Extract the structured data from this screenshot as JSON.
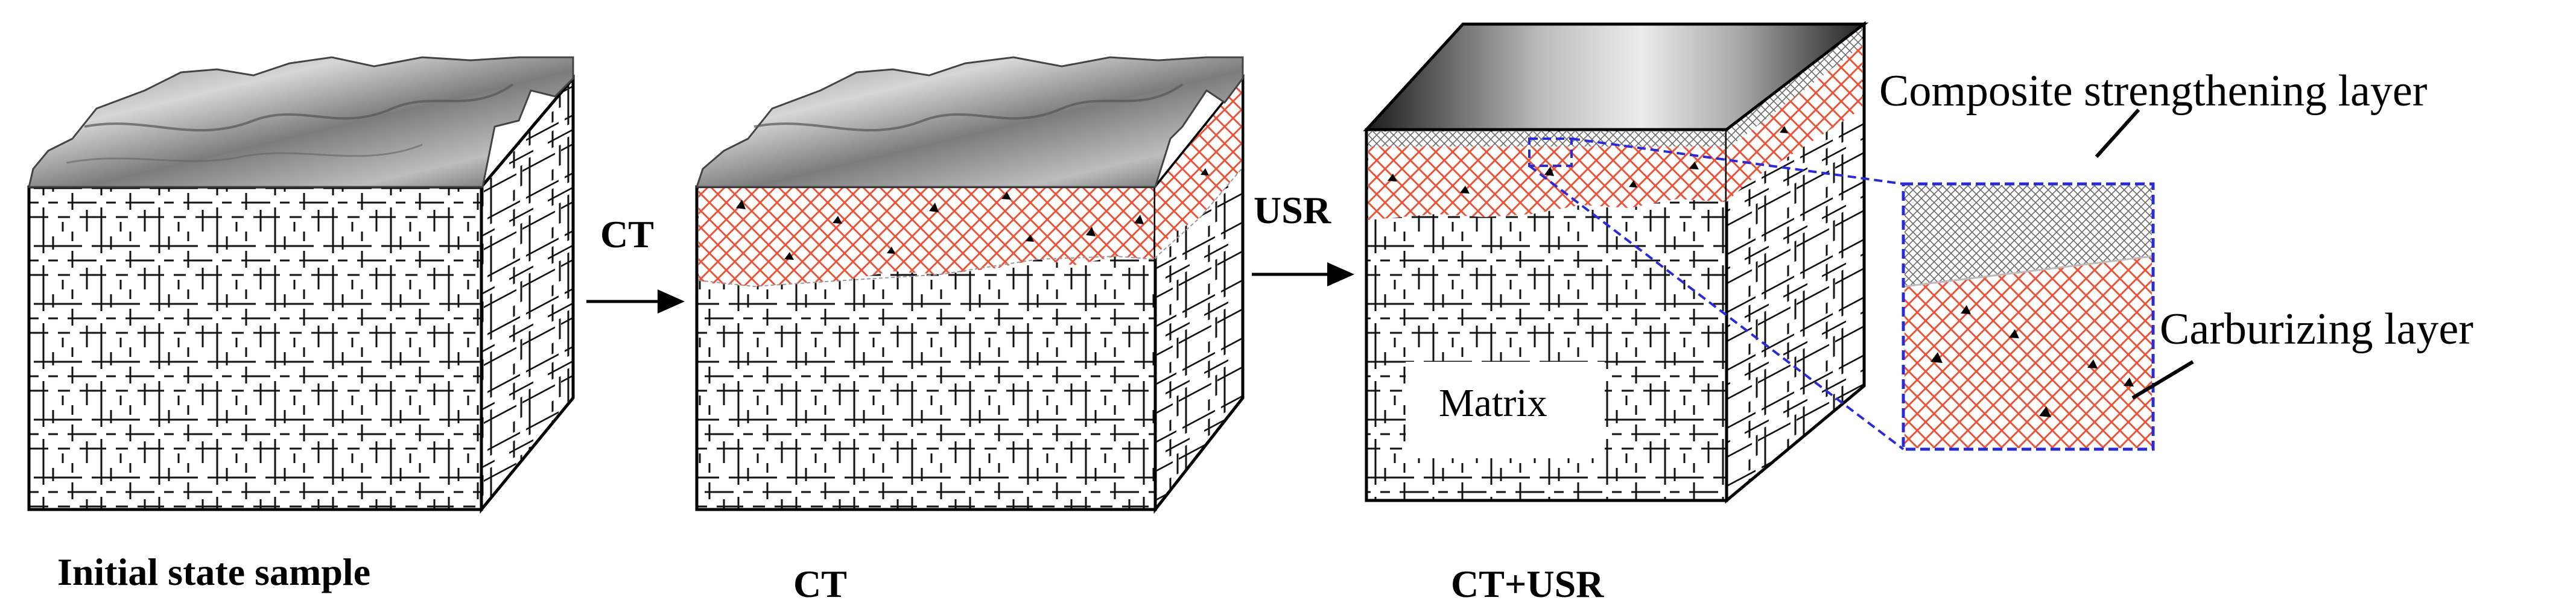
{
  "labels": {
    "sample1_caption": "Initial state sample",
    "sample2_caption": "CT",
    "sample3_caption": "CT+USR",
    "arrow1_label": "CT",
    "arrow2_label": "USR",
    "matrix_label": "Matrix",
    "composite_layer_label": "Composite strengthening layer",
    "carburizing_layer_label": "Carburizing layer"
  },
  "colors": {
    "carburizing_hatch": "#e8553a",
    "composite_hatch": "#6a6a6a",
    "grid_line": "#111111",
    "zoom_frame": "#2b2bd6",
    "outline": "#000000",
    "terrain_light": "#d6d6d6",
    "terrain_dark": "#5a5a5a"
  }
}
